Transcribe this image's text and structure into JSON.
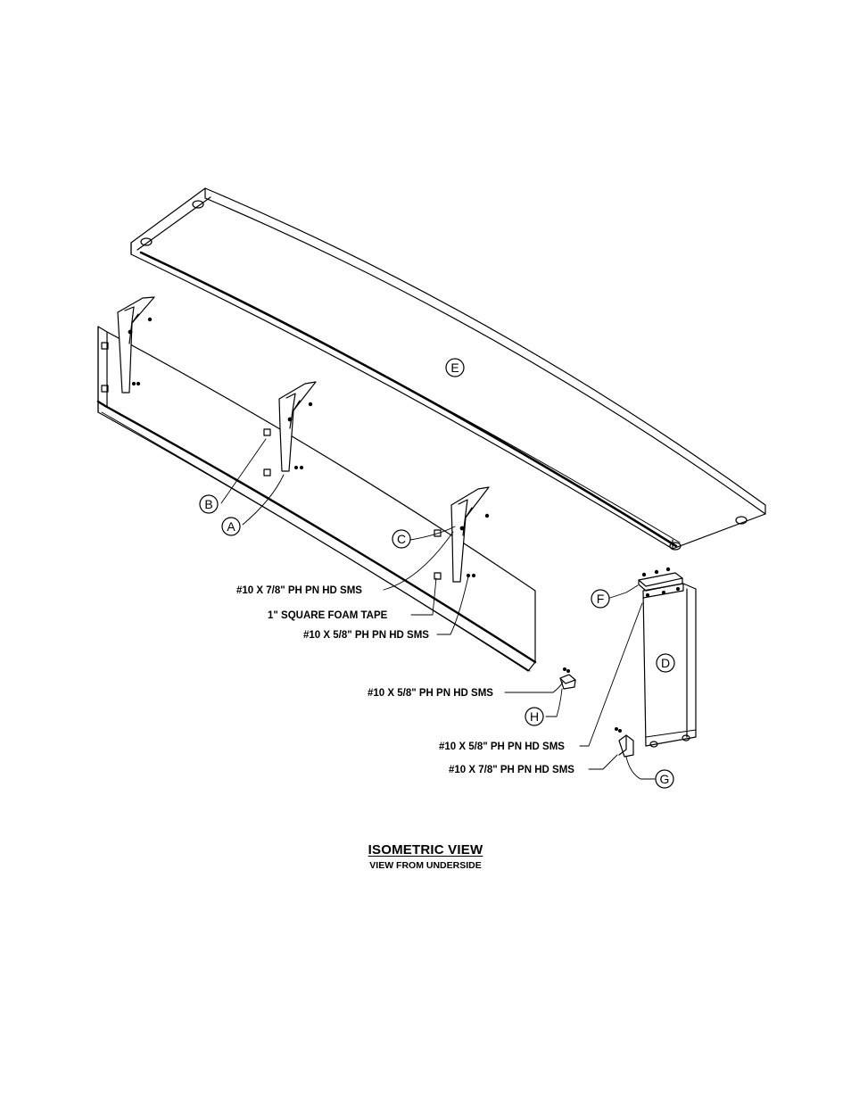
{
  "parts": {
    "A": "A",
    "B": "B",
    "C": "C",
    "D": "D",
    "E": "E",
    "F": "F",
    "G": "G",
    "H": "H"
  },
  "callouts": {
    "screw_7_8_bracket": "#10 X 7/8\" PH PN HD SMS",
    "foam_tape": "1\" SQUARE FOAM TAPE",
    "screw_5_8_bracket": "#10 X 5/8\" PH PN HD SMS",
    "screw_5_8_clip_h": "#10 X 5/8\" PH PN HD SMS",
    "screw_5_8_plate_f": "#10 X 5/8\" PH PN HD SMS",
    "screw_7_8_clip_g": "#10 X 7/8\" PH PN HD SMS"
  },
  "title": {
    "main": "ISOMETRIC VIEW",
    "sub": "VIEW FROM UNDERSIDE"
  }
}
